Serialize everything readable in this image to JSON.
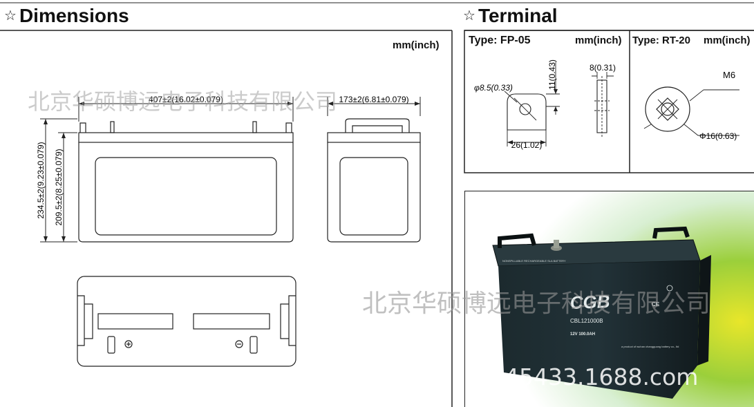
{
  "dimensions": {
    "star": "☆",
    "title": "Dimensions",
    "unit": "mm(inch)",
    "length_label": "407±2(16.02±0.079)",
    "width_label": "173±2(6.81±0.079)",
    "total_height_label": "234.5±2(9.23±0.079)",
    "container_height_label": "209.5±2(8.25±0.079)"
  },
  "terminal": {
    "star": "☆",
    "title": "Terminal",
    "fp05": {
      "type_label": "Type: FP-05",
      "unit": "mm(inch)",
      "hole_label": "φ8.5(0.33)",
      "height_label": "11(0.43)",
      "thickness_label": "8(0.31)",
      "width_label": "26(1.02)"
    },
    "rt20": {
      "type_label": "Type: RT-20",
      "unit": "mm(inch)",
      "thread_label": "M6",
      "diameter_label": "Φ16(0.63)"
    }
  },
  "product_photo": {
    "brand": "CGB",
    "tagline": "NONSPILLABLE RECHARGEABLE SLA BATTERY",
    "model": "CBL121000B",
    "rating": "12V 100.0AH",
    "maker": "a product of wuhan changguang battery co., ltd",
    "ce_mark": "CE"
  },
  "watermarks": {
    "chinese_1": "北京华硕博远电子科技有限公司",
    "chinese_2": "北京华硕博远电子科技有限公司",
    "url": "7645433.1688.com"
  }
}
